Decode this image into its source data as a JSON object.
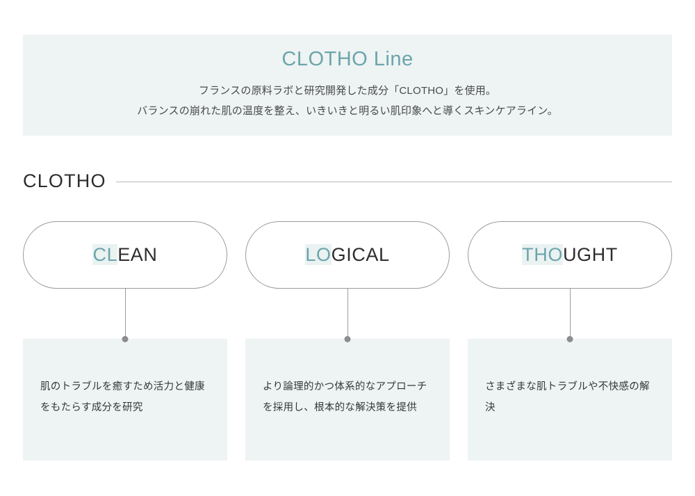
{
  "banner": {
    "title": "CLOTHO Line",
    "subtitle_lines": [
      "フランスの原料ラボと研究開発した成分「CLOTHO」を使用。",
      "バランスの崩れた肌の温度を整え、いきいきと明るい肌印象へと導くスキンケアライン。"
    ]
  },
  "section": {
    "label": "CLOTHO"
  },
  "columns": [
    {
      "pill_highlight": "CL",
      "pill_rest": "EAN",
      "pill_full": "CLEAN",
      "description": "肌のトラブルを癒すため活力と健康をもたらす成分を研究"
    },
    {
      "pill_highlight": "LO",
      "pill_rest": "GICAL",
      "pill_full": "LOGICAL",
      "description": "より論理的かつ体系的なアプローチを採用し、根本的な解決策を提供"
    },
    {
      "pill_highlight": "THO",
      "pill_rest": "UGHT",
      "pill_full": "THOUGHT",
      "description": "さまざまな肌トラブルや不快感の解決"
    }
  ],
  "colors": {
    "accent_teal": "#6ba5ab",
    "panel_background": "#eef3f3",
    "highlight_background": "#eaf2f2",
    "text_dark": "#2e2c2c",
    "body_text": "#35383a",
    "rule_gray": "#b9b9b9",
    "dot_gray": "#8d8d8d",
    "page_background": "#ffffff"
  }
}
